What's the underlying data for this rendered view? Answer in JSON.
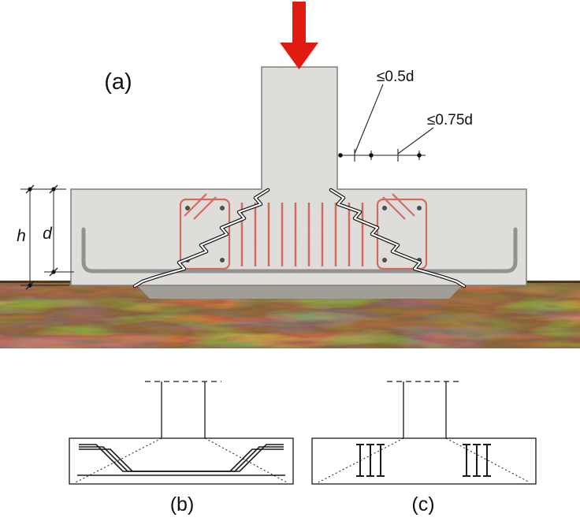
{
  "figure": {
    "part_a_label": "(a)",
    "part_b_label": "(b)",
    "part_c_label": "(c)"
  },
  "dimensions": {
    "overall_depth": "h",
    "effective_depth": "d",
    "first_stirrup_offset": "≤0.5d",
    "stirrup_spacing": "≤0.75d"
  },
  "colors": {
    "load_arrow": "#df1b12",
    "concrete": "#deddd9",
    "concrete_edge": "#7f7f7d",
    "blinding": "#a19d97",
    "stirrup_red": "#d4695e",
    "stirrup_dot": "#4d4d4d",
    "main_bar_gray": "#919191",
    "soil_base": "#3f2410",
    "line": "#1a1a1a",
    "dim_line": "#222222"
  }
}
